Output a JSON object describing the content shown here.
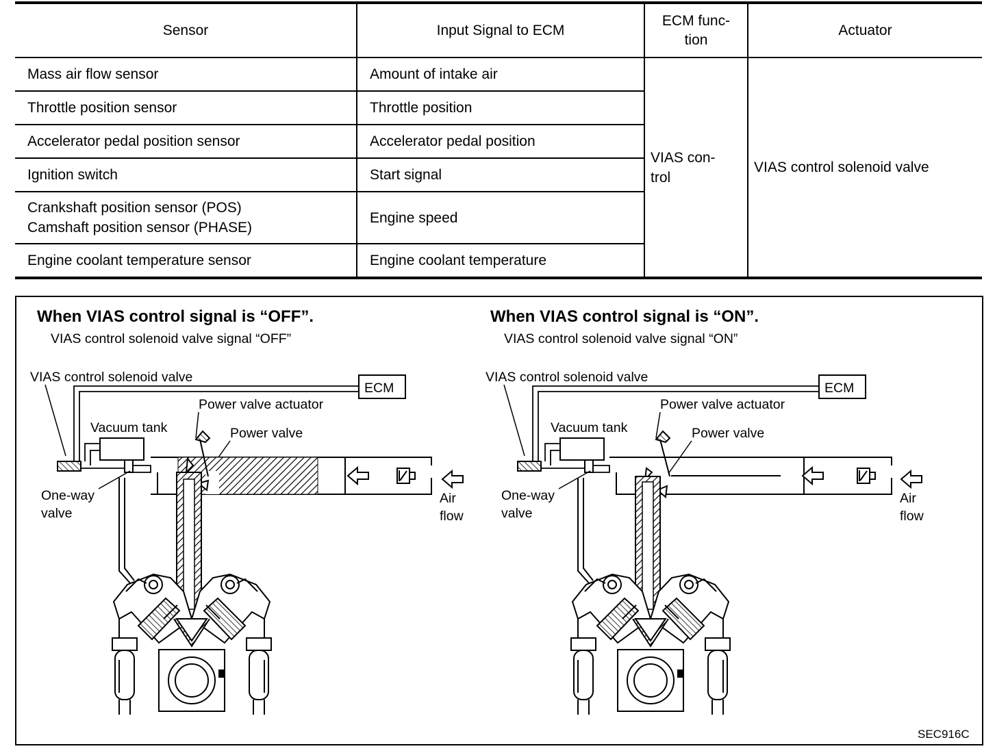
{
  "table": {
    "headers": [
      "Sensor",
      "Input Signal to ECM",
      "ECM func-\ntion",
      "Actuator"
    ],
    "rows": [
      {
        "sensor": "Mass air flow sensor",
        "signal": "Amount of intake air"
      },
      {
        "sensor": "Throttle position sensor",
        "signal": "Throttle position"
      },
      {
        "sensor": "Accelerator pedal position sensor",
        "signal": "Accelerator pedal position"
      },
      {
        "sensor": "Ignition switch",
        "signal": "Start signal"
      },
      {
        "sensor": "Crankshaft position sensor (POS)\nCamshaft position sensor (PHASE)",
        "signal": "Engine speed"
      },
      {
        "sensor": "Engine coolant temperature sensor",
        "signal": "Engine coolant temperature"
      }
    ],
    "ecm_function": "VIAS con-\ntrol",
    "actuator": "VIAS control solenoid valve"
  },
  "diagram": {
    "off": {
      "title": "When VIAS control signal is “OFF”.",
      "subtitle": "VIAS control solenoid valve signal “OFF”"
    },
    "on": {
      "title": "When VIAS control signal is “ON”.",
      "subtitle": "VIAS control solenoid valve signal “ON”"
    },
    "labels": {
      "solenoid": "VIAS control solenoid valve",
      "ecm": "ECM",
      "actuator": "Power valve actuator",
      "vacuum_tank": "Vacuum tank",
      "power_valve": "Power valve",
      "one_way_1": "One-way",
      "one_way_2": "valve",
      "air_1": "Air",
      "air_2": "flow"
    },
    "code": "SEC916C"
  }
}
